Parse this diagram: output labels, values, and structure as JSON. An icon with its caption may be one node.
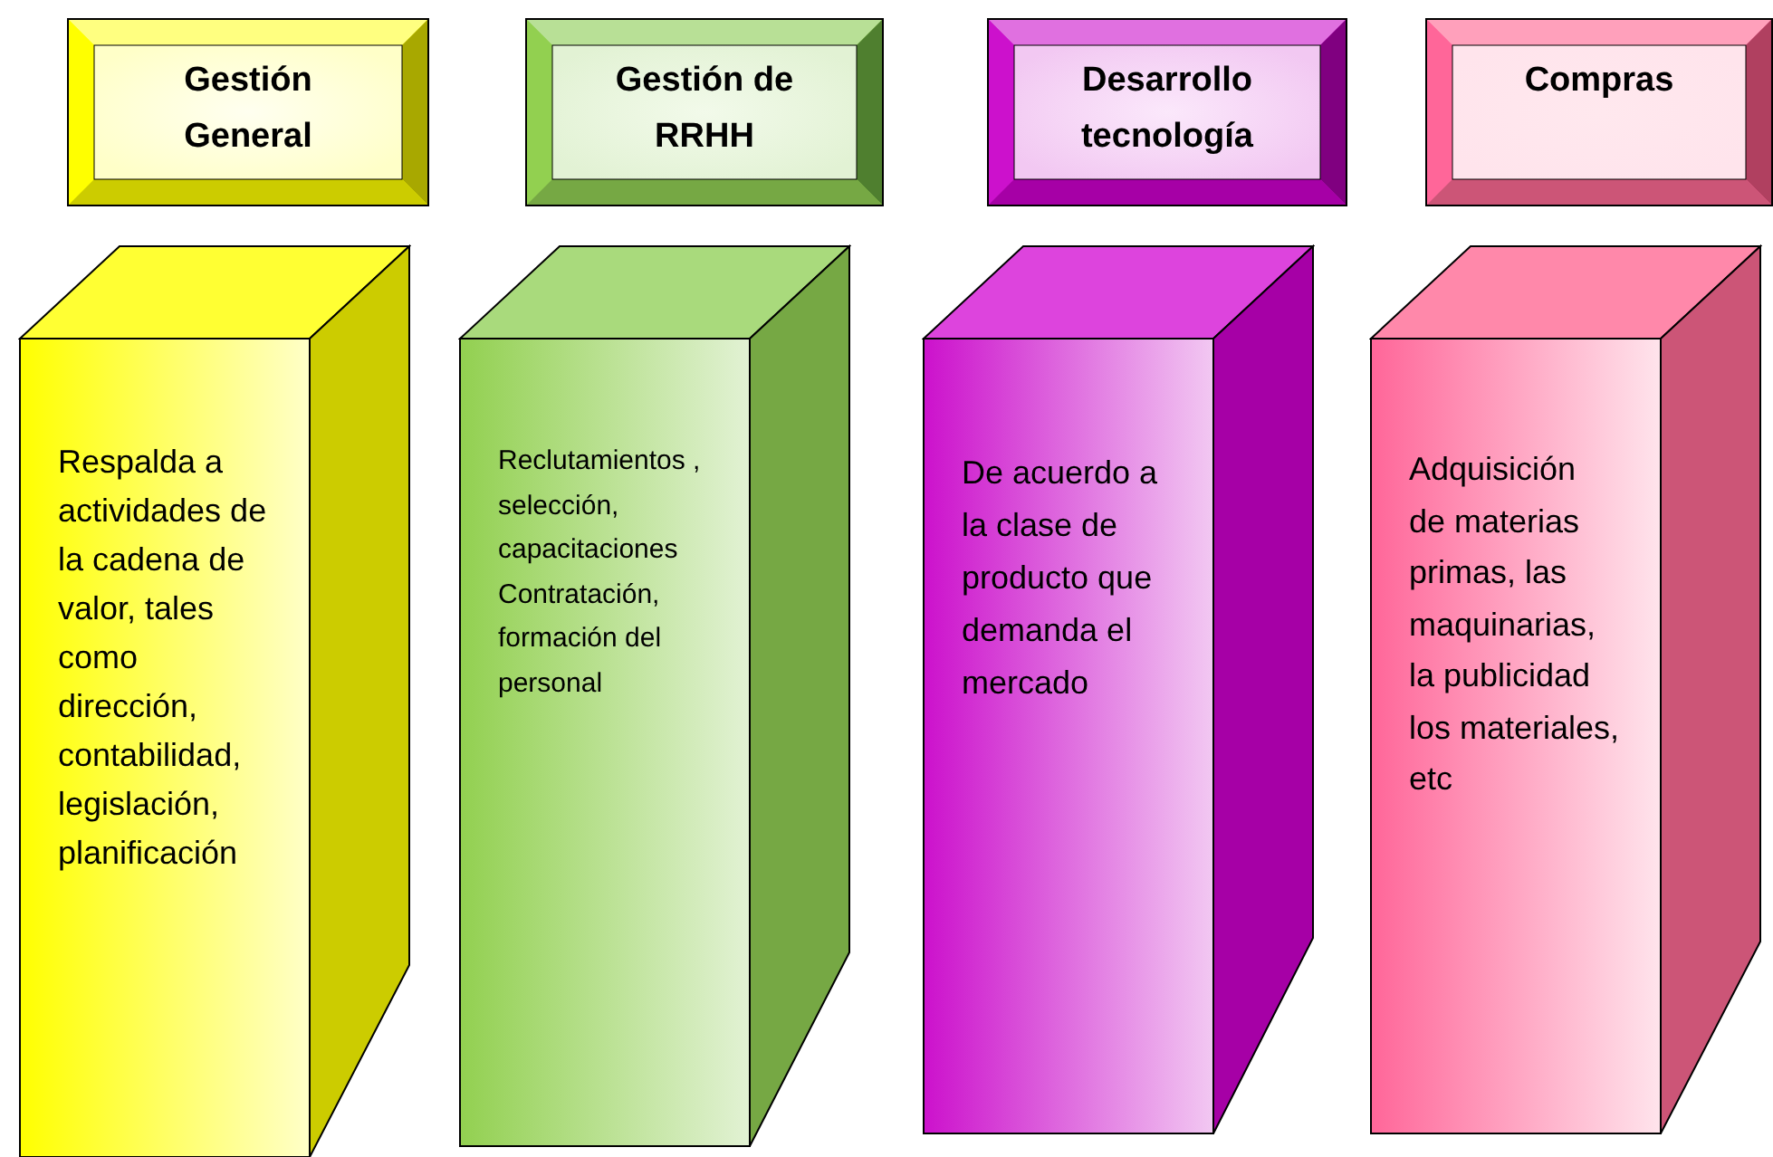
{
  "diagram": {
    "nodes": [
      {
        "text": [
          "Gestión General"
        ]
      },
      {
        "text": [
          "Gestión de RRHH"
        ]
      },
      {
        "text": [
          "Desarrollo tecnología"
        ]
      },
      {
        "text": [
          "Compras"
        ]
      },
      {
        "text": [
          "Respalda a actividades de la cadena de valor, tales como dirección, contabilidad, legislación, planificación"
        ]
      },
      {
        "text": [
          "Reclutamientos , selección, capacitaciones Contratación, formación del personal"
        ]
      },
      {
        "text": [
          "De acuerdo a la clase de producto que demanda el mercado"
        ]
      },
      {
        "text": [
          "Adquisición de materias primas, las maquinarias, la publicidad los materiales, etc"
        ]
      }
    ]
  }
}
